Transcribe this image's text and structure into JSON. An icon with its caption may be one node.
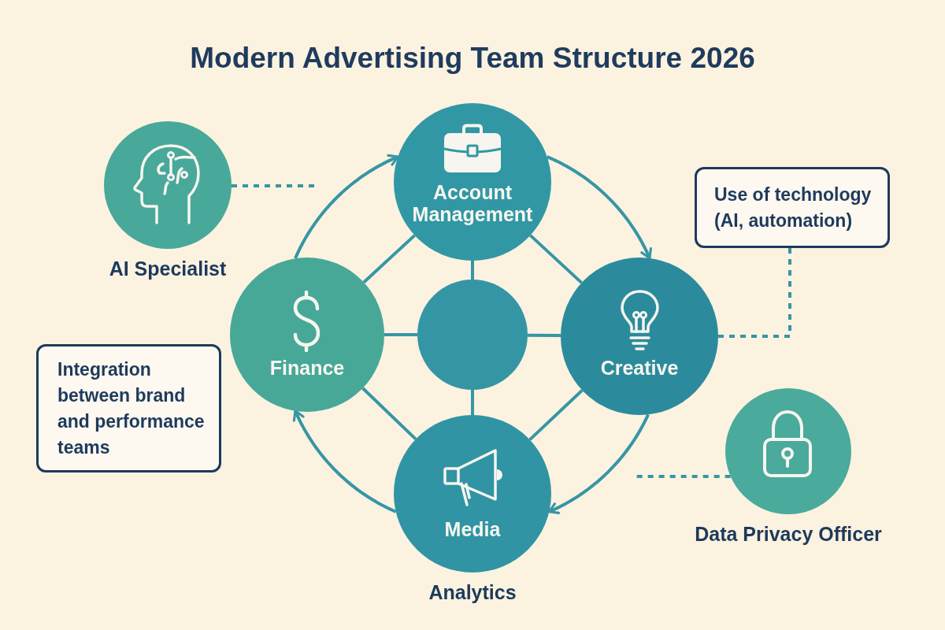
{
  "diagram": {
    "title": "Modern Advertising Team Structure 2026",
    "nodes": [
      {
        "text": [
          "Account Management"
        ]
      },
      {
        "text": [
          "AI Specialist"
        ]
      },
      {
        "text": [
          "Use of technology (AI, automation)"
        ]
      },
      {
        "text": [
          "Finance"
        ]
      },
      {
        "text": [],
        "shape": "circle"
      },
      {
        "text": [
          "Creative"
        ]
      },
      {
        "text": [
          "Integration between brand and performance teams"
        ]
      },
      {
        "text": [
          "Data Privacy Officer"
        ]
      },
      {
        "text": [
          "Media"
        ],
        "beside": [
          "Analytics"
        ]
      }
    ],
    "edges": [
      {
        "from": 0,
        "to": 4,
        "arrow": "none"
      },
      {
        "from": 3,
        "to": 4,
        "arrow": "none"
      },
      {
        "from": 4,
        "to": 5,
        "arrow": "none"
      },
      {
        "from": 4,
        "to": 8,
        "arrow": "none"
      },
      {
        "from": 0,
        "to": 3,
        "arrow": "none"
      },
      {
        "from": 0,
        "to": 5,
        "arrow": "none"
      },
      {
        "from": 3,
        "to": 8,
        "arrow": "none"
      },
      {
        "from": 5,
        "to": 8,
        "arrow": "none"
      },
      {
        "from": 3,
        "to": 0,
        "arrow": "to"
      },
      {
        "from": 0,
        "to": 5,
        "arrow": "to"
      },
      {
        "from": 5,
        "to": 8,
        "arrow": "to"
      },
      {
        "from": 8,
        "to": 3,
        "arrow": "to"
      },
      {
        "from": 1,
        "to": null,
        "arrow": "none",
        "style": "dashed"
      },
      {
        "from": 5,
        "to": 2,
        "arrow": "none",
        "style": "dashed"
      },
      {
        "from": 7,
        "to": null,
        "arrow": "none",
        "style": "dashed"
      }
    ]
  }
}
